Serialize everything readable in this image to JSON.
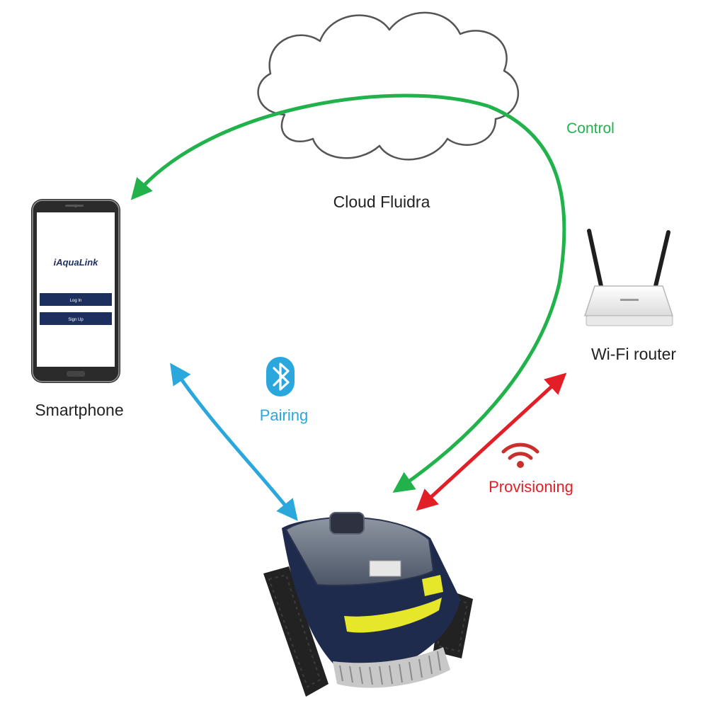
{
  "nodes": {
    "cloud": {
      "label": "Cloud Fluidra"
    },
    "smartphone": {
      "label": "Smartphone"
    },
    "router": {
      "label": "Wi-Fi router"
    },
    "robot": {
      "label": ""
    }
  },
  "phone_screen": {
    "logo": "iAquaLink",
    "login_button": "Log In",
    "signup_button": "Sign Up"
  },
  "links": {
    "control": {
      "label": "Control",
      "color": "#21b24b"
    },
    "pairing": {
      "label": "Pairing",
      "color": "#2aa7dd",
      "icon": "bluetooth-icon"
    },
    "provisioning": {
      "label": "Provisioning",
      "color": "#e21f26",
      "icon": "wifi-icon"
    }
  },
  "colors": {
    "robot_body": "#1f2b4d",
    "robot_accent": "#e6e62a",
    "track": "#222222"
  }
}
